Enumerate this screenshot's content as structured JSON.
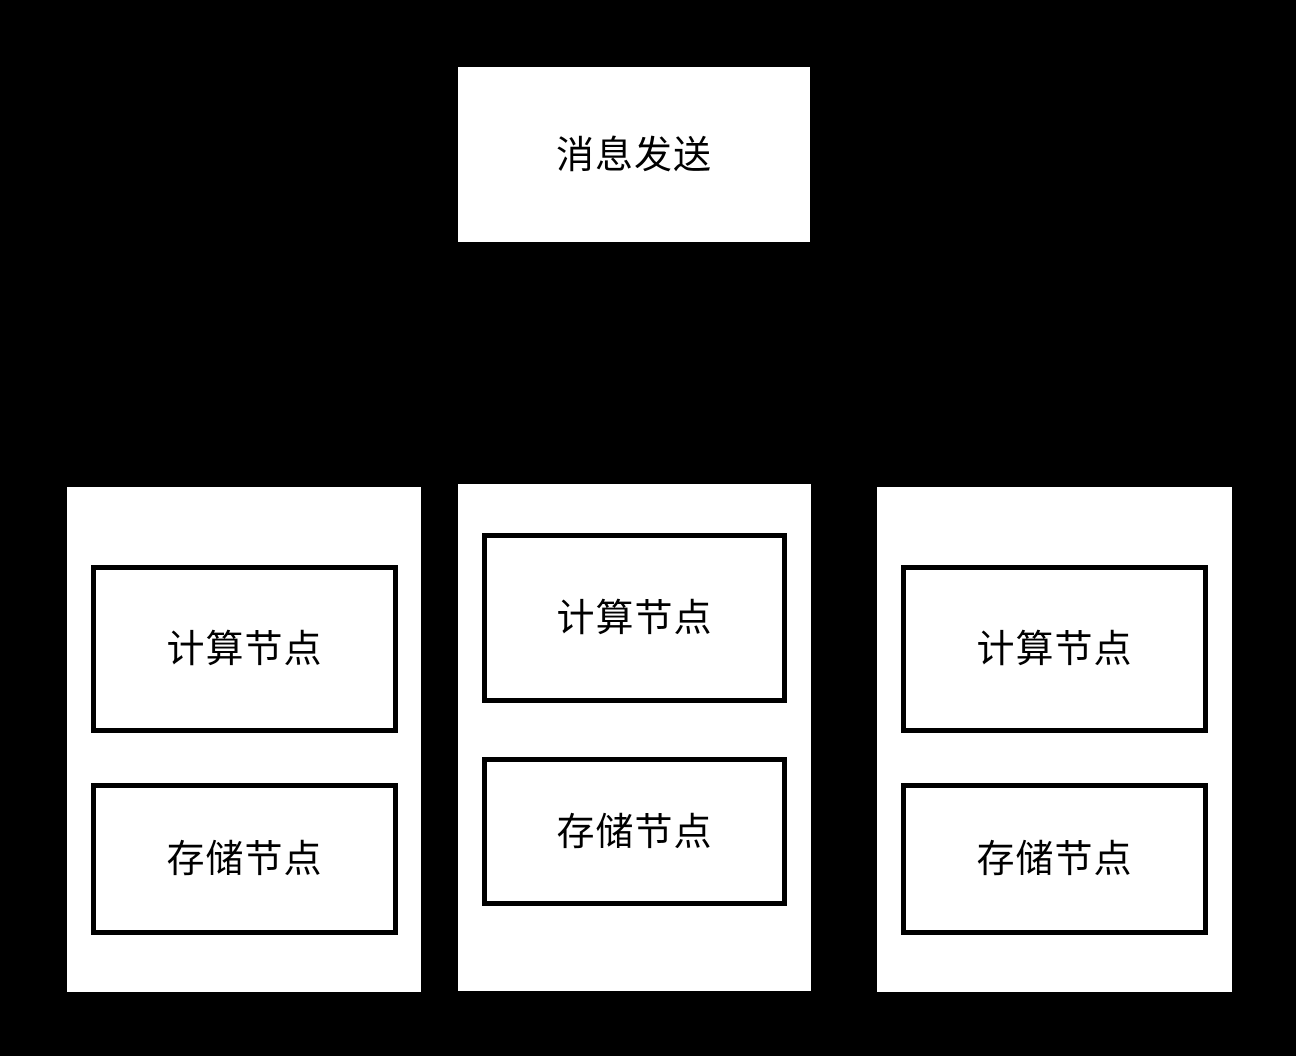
{
  "diagram": {
    "background_color": "#000000",
    "panel_color": "#ffffff",
    "stroke_color": "#000000",
    "message_box": {
      "label": "消息发送"
    },
    "columns": [
      {
        "name": "node-group-1",
        "nodes": [
          {
            "label": "计算节点",
            "kind": "compute-node"
          },
          {
            "label": "存储节点",
            "kind": "storage-node"
          }
        ]
      },
      {
        "name": "node-group-2",
        "nodes": [
          {
            "label": "计算节点",
            "kind": "compute-node"
          },
          {
            "label": "存储节点",
            "kind": "storage-node"
          }
        ]
      },
      {
        "name": "node-group-3",
        "nodes": [
          {
            "label": "计算节点",
            "kind": "compute-node"
          },
          {
            "label": "存储节点",
            "kind": "storage-node"
          }
        ]
      }
    ]
  }
}
